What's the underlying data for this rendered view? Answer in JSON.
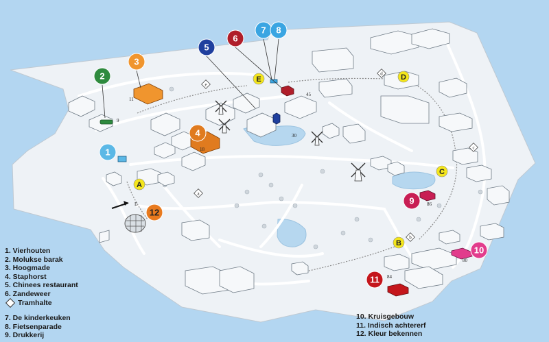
{
  "legend": {
    "group1": [
      "1. Vierhouten",
      "2. Molukse barak",
      "3. Hoogmade",
      "4. Staphorst",
      "5. Chinees restaurant",
      "6. Zandeweer"
    ],
    "tram_label": "Tramhalte",
    "group2": [
      "7. De kinderkeuken",
      "8. Fietsenparade",
      "9. Drukkerij"
    ],
    "group3": [
      "10. Kruisgebouw",
      "11. Indisch achtererf",
      "12. Kleur bekennen"
    ]
  },
  "markers": [
    {
      "label": "1",
      "color": "#5bb8e6",
      "text_color": "#ffffff"
    },
    {
      "label": "2",
      "color": "#2e8a3e",
      "text_color": "#ffffff"
    },
    {
      "label": "3",
      "color": "#f0952e",
      "text_color": "#ffffff"
    },
    {
      "label": "4",
      "color": "#e07b1f",
      "text_color": "#ffffff"
    },
    {
      "label": "5",
      "color": "#1f3f9e",
      "text_color": "#ffffff"
    },
    {
      "label": "6",
      "color": "#b01e2a",
      "text_color": "#ffffff"
    },
    {
      "label": "7",
      "color": "#3aa5e2",
      "text_color": "#ffffff"
    },
    {
      "label": "8",
      "color": "#3aa5e2",
      "text_color": "#ffffff"
    },
    {
      "label": "9",
      "color": "#c81e54",
      "text_color": "#ffffff"
    },
    {
      "label": "10",
      "color": "#e23c8c",
      "text_color": "#ffffff"
    },
    {
      "label": "11",
      "color": "#c4161c",
      "text_color": "#ffffff"
    },
    {
      "label": "12",
      "color": "#e87a1e",
      "text_color": "#222222"
    }
  ],
  "tram_stops": [
    {
      "label": "A"
    },
    {
      "label": "B"
    },
    {
      "label": "C"
    },
    {
      "label": "D"
    },
    {
      "label": "E"
    }
  ],
  "tram_stop_color": "#f4e61c",
  "diamond_letters": [
    "a",
    "b",
    "c",
    "d",
    "e"
  ],
  "building_numbers": [
    "11",
    "9",
    "18",
    "30",
    "45",
    "86",
    "80",
    "84"
  ],
  "entrance_label": "E",
  "colors": {
    "background": "#b3d6f1",
    "ground": "#eef2f6",
    "water": "#b6d7ef",
    "path": "#ffffff"
  }
}
